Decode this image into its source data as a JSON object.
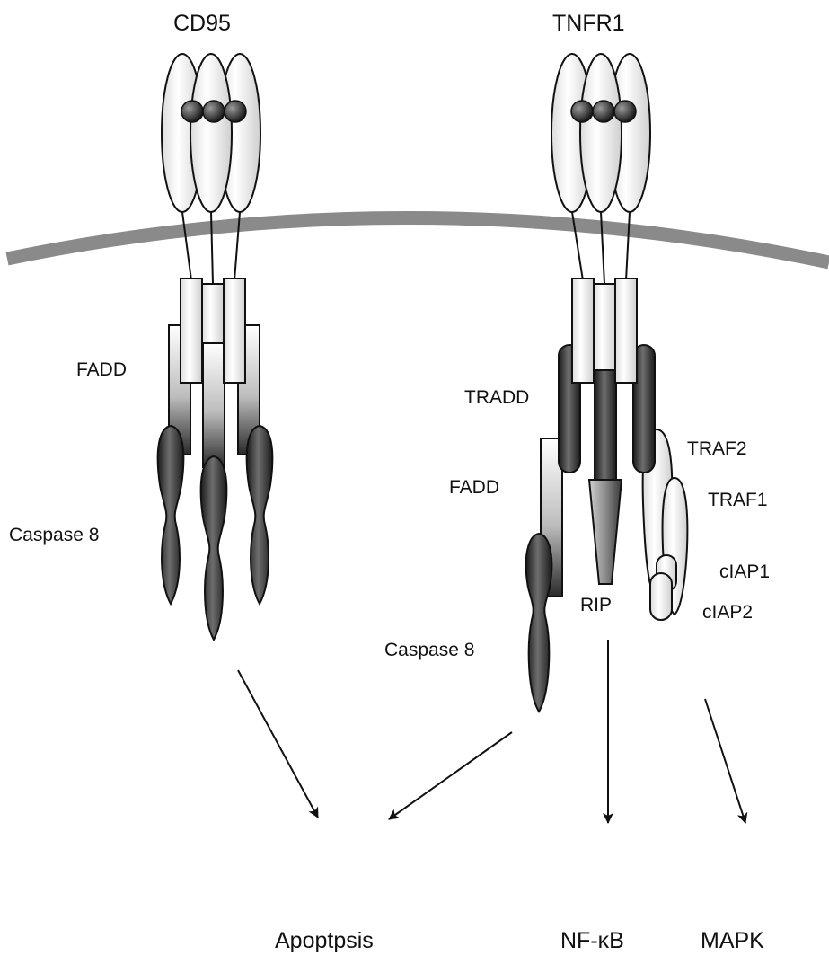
{
  "receptors": {
    "cd95": {
      "title": "CD95",
      "fadd": "FADD",
      "caspase8": "Caspase 8"
    },
    "tnfr1": {
      "title": "TNFR1",
      "tradd": "TRADD",
      "fadd": "FADD",
      "caspase8": "Caspase 8",
      "rip": "RIP",
      "traf2": "TRAF2",
      "traf1": "TRAF1",
      "ciap1": "cIAP1",
      "ciap2": "cIAP2"
    }
  },
  "outputs": {
    "apoptosis": "Apoptpsis",
    "nfkb": "NF-κB",
    "mapk": "MAPK"
  },
  "colors": {
    "membrane": "#8a8a8a",
    "dark_protein": "#333333",
    "light_protein": "#f4f4f4",
    "outline": "#111111"
  }
}
